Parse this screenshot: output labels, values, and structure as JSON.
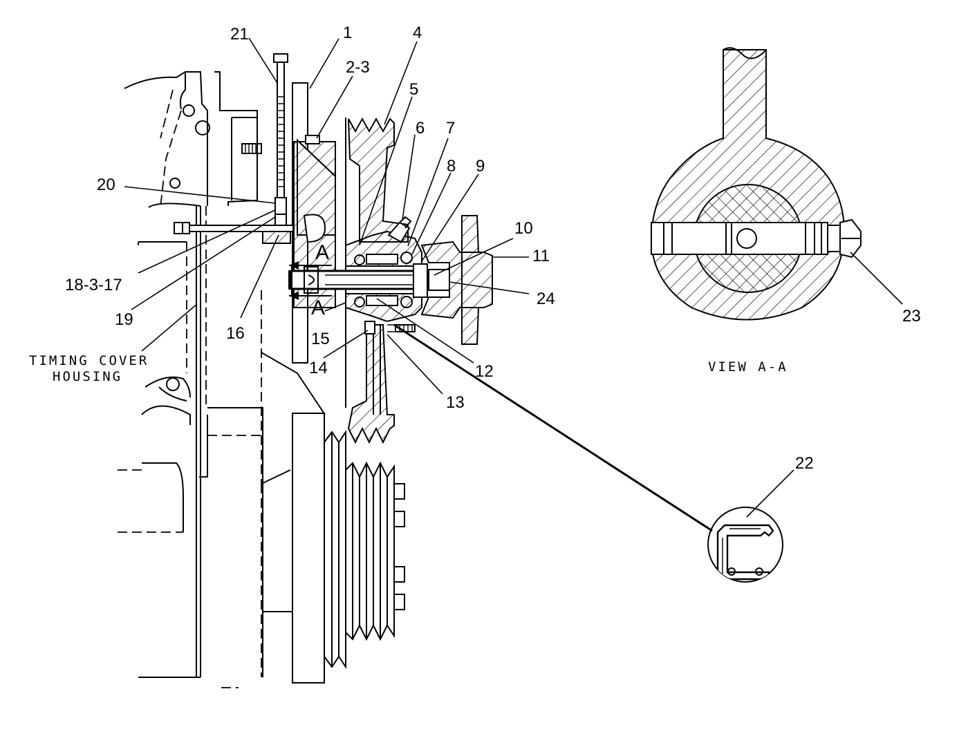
{
  "callouts": {
    "c1": "1",
    "c2_3": "2-3",
    "c4": "4",
    "c5": "5",
    "c6": "6",
    "c7": "7",
    "c8": "8",
    "c9": "9",
    "c10": "10",
    "c11": "11",
    "c12": "12",
    "c13": "13",
    "c14": "14",
    "c15": "15",
    "c16": "16",
    "c18_3_17": "18-3-17",
    "c19": "19",
    "c20": "20",
    "c21": "21",
    "c22": "22",
    "c23": "23",
    "c24": "24"
  },
  "section_marks": {
    "upper": "A",
    "lower": "A"
  },
  "notes": {
    "timing_cover_line1": "TIMING COVER",
    "timing_cover_line2": "HOUSING",
    "view_label": "VIEW A-A"
  }
}
